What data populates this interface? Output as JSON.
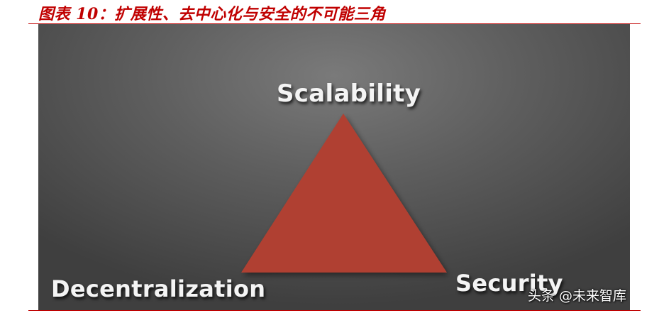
{
  "caption": "图表 10：扩展性、去中心化与安全的不可能三角",
  "diagram": {
    "vertices": {
      "top": "Scalability",
      "bottom_left": "Decentralization",
      "bottom_right": "Security"
    },
    "triangle_color": "#b04030",
    "background_color": "#555555"
  },
  "watermark": "头条 @未来智库",
  "colors": {
    "caption": "#c00000",
    "rule": "#c00000",
    "label": "#f4f4f4"
  }
}
